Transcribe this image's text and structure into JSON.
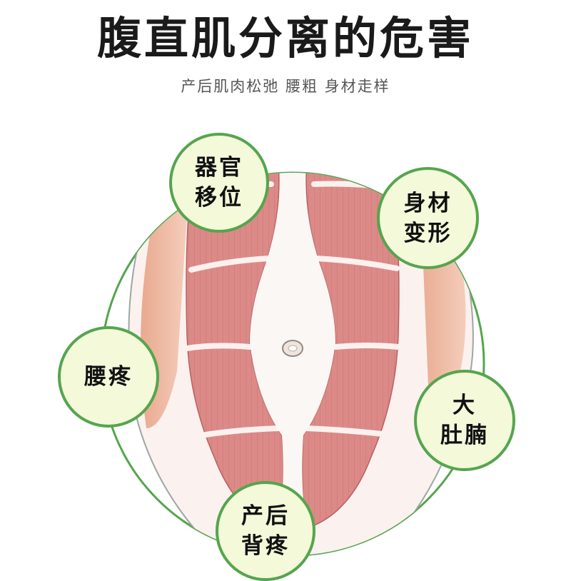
{
  "header": {
    "title": "腹直肌分离的危害",
    "subtitle": "产后肌肉松弛 腰粗 身材走样"
  },
  "bubbles": {
    "organ": {
      "line1": "器官",
      "line2": "移位"
    },
    "shape": {
      "line1": "身材",
      "line2": "变形"
    },
    "waist": {
      "line1": "腰疼"
    },
    "belly": {
      "line1": "大",
      "line2": "肚腩"
    },
    "back": {
      "line1": "产后",
      "line2": "背疼"
    }
  },
  "colors": {
    "accent_green": "#55a54e",
    "bubble_fill": "#f3f9d9",
    "muscle": "#dc8a88",
    "muscle_dark": "#c96e6c",
    "skin": "#fbf1ef"
  }
}
